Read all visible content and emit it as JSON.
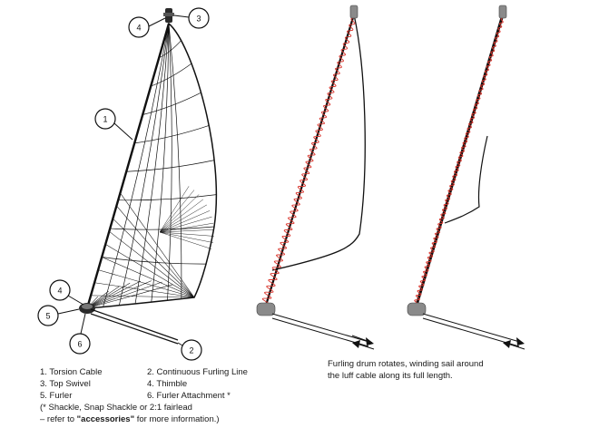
{
  "callouts": {
    "c1": "1",
    "c2": "2",
    "c3": "3",
    "c4_top": "4",
    "c4_bottom": "4",
    "c5": "5",
    "c6": "6"
  },
  "legend": {
    "row1": {
      "left": "1. Torsion Cable",
      "right": "2. Continuous Furling Line"
    },
    "row2": {
      "left": "3. Top Swivel",
      "right": "4. Thimble"
    },
    "row3": {
      "left": "5. Furler",
      "right": "6. Furler Attachment *"
    },
    "note_line1": "(* Shackle, Snap Shackle or 2:1 fairlead",
    "note_line2_prefix": "– refer to ",
    "note_line2_bold": "\"accessories\"",
    "note_line2_suffix": " for more information.)"
  },
  "caption": {
    "line1": "Furling drum rotates, winding sail around",
    "line2": "the luff cable along its full length."
  },
  "colors": {
    "line": "#111111",
    "furl_red": "#d9342b",
    "hardware": "#8a8a8a"
  }
}
